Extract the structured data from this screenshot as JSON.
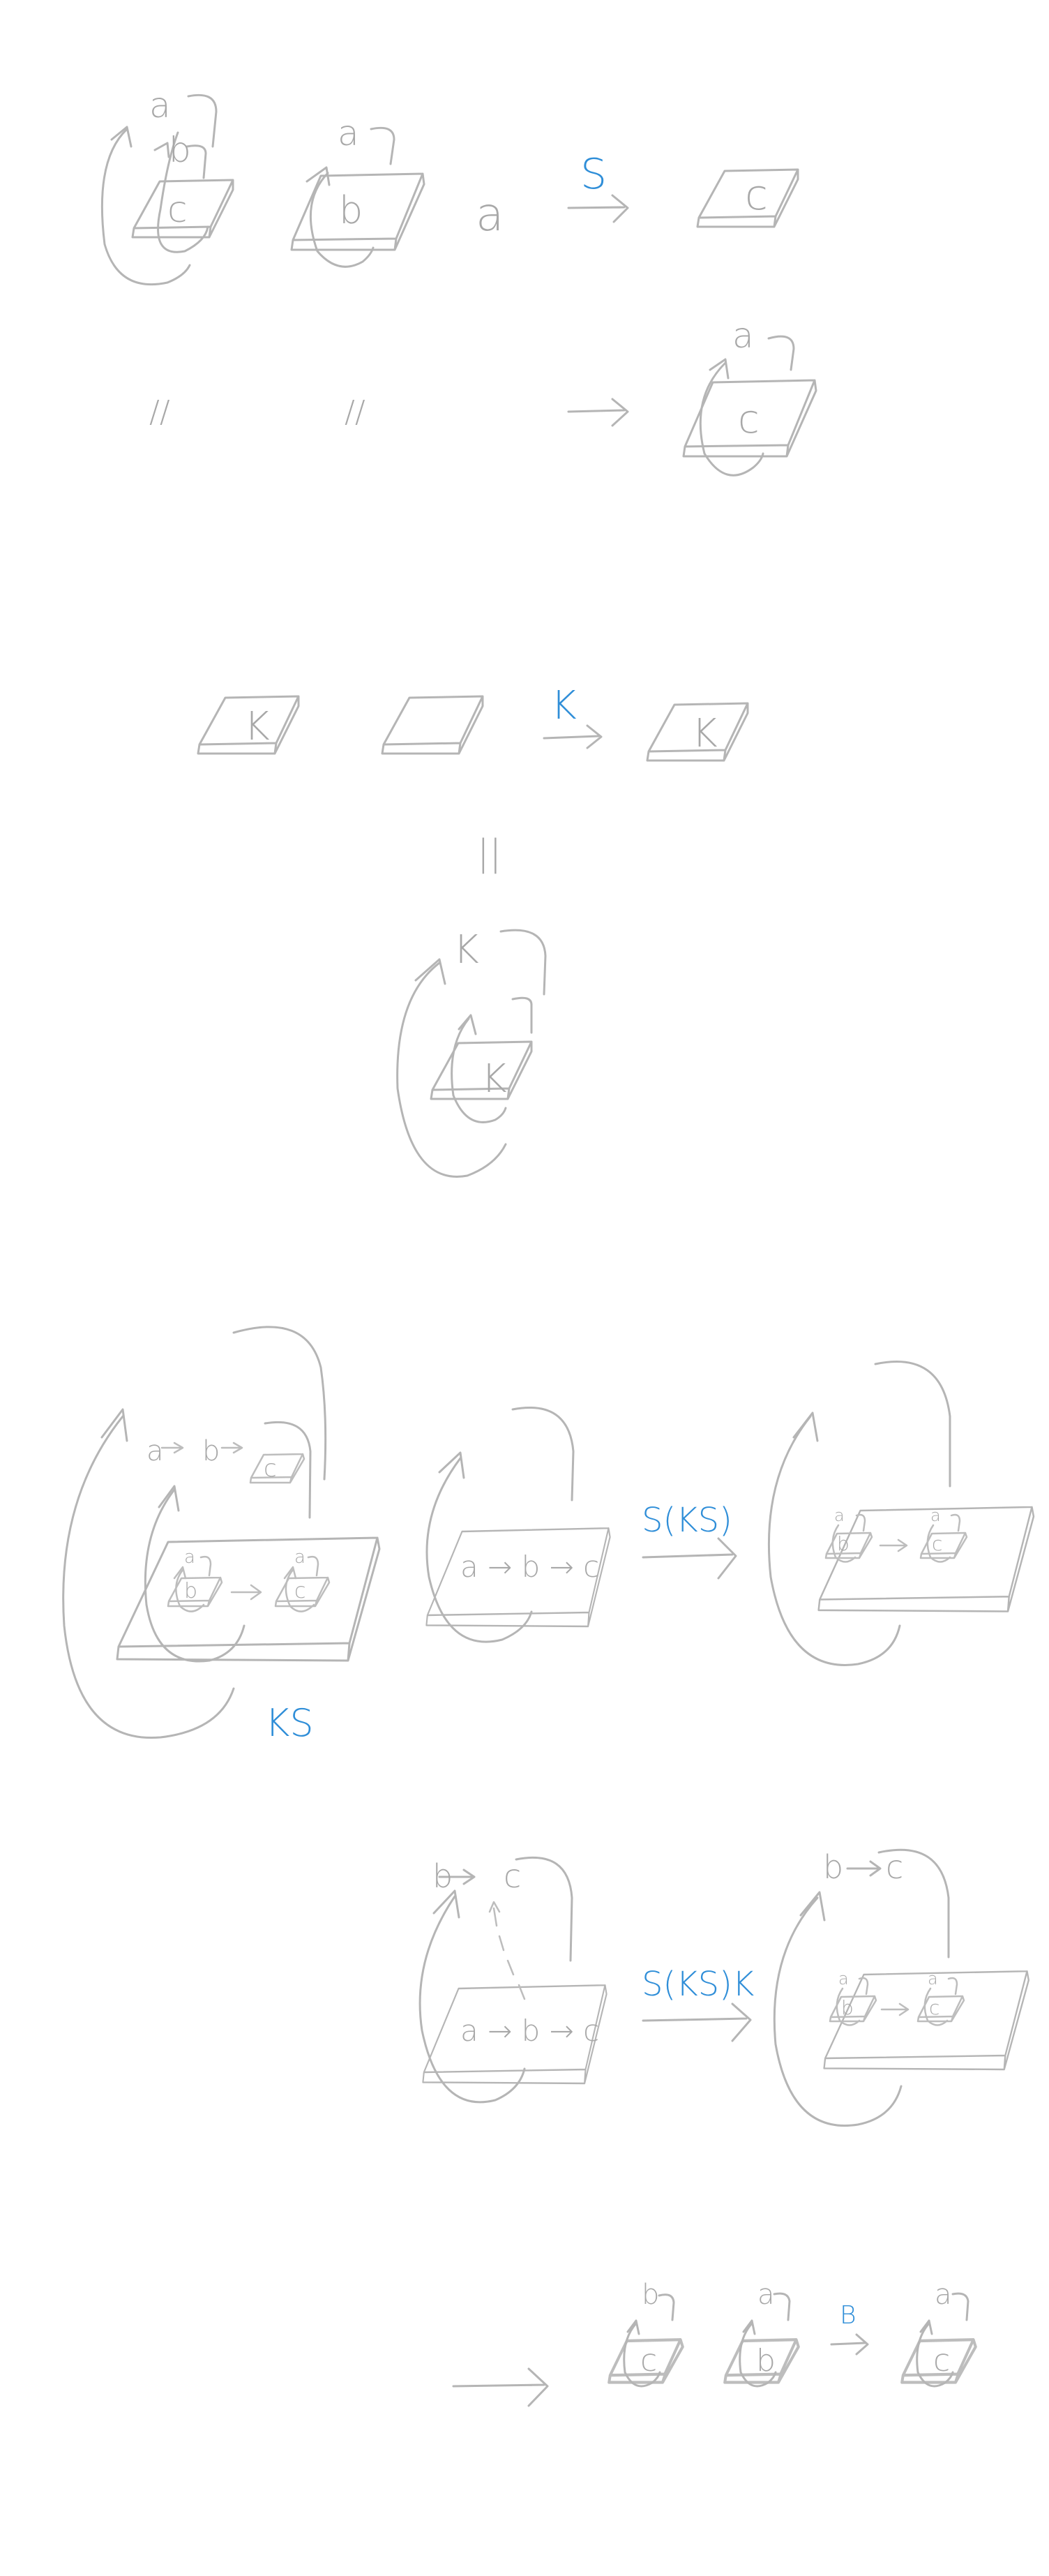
{
  "labels": {
    "row1": {
      "box1_outer": "a",
      "box1_mid": "b",
      "box1_inner": "c",
      "box2_outer": "a",
      "box2_inner": "b",
      "arg": "a",
      "arrow": "S",
      "result": "c"
    },
    "row2": {
      "eq1": "//",
      "eq2": "//",
      "result_outer": "a",
      "result_inner": "c"
    },
    "k_rule": {
      "box1": "K",
      "arrow": "K",
      "result": "K",
      "eq": "||",
      "nested_outer": "K",
      "nested_inner": "K"
    },
    "ks_row": {
      "chain_a": "a",
      "chain_b": "b",
      "chain_c": "c",
      "small_a1": "a",
      "small_b": "b",
      "small_a2": "a",
      "small_c": "c",
      "ks_label": "KS",
      "box_text": "a → b → c",
      "arrow": "S(KS)",
      "res_a1": "a",
      "res_b": "b",
      "res_a2": "a",
      "res_c": "c"
    },
    "sksk_row": {
      "left_b": "b",
      "left_c": "c",
      "box_text": "a → b → c",
      "arrow": "S(KS)K",
      "right_b": "b",
      "right_c": "c",
      "res_a1": "a",
      "res_b": "b",
      "res_a2": "a",
      "res_c": "c"
    },
    "b_row": {
      "box1_outer": "b",
      "box1_inner": "c",
      "box2_outer": "a",
      "box2_inner": "b",
      "arrow": "B",
      "result_outer": "a",
      "result_inner": "c"
    }
  }
}
